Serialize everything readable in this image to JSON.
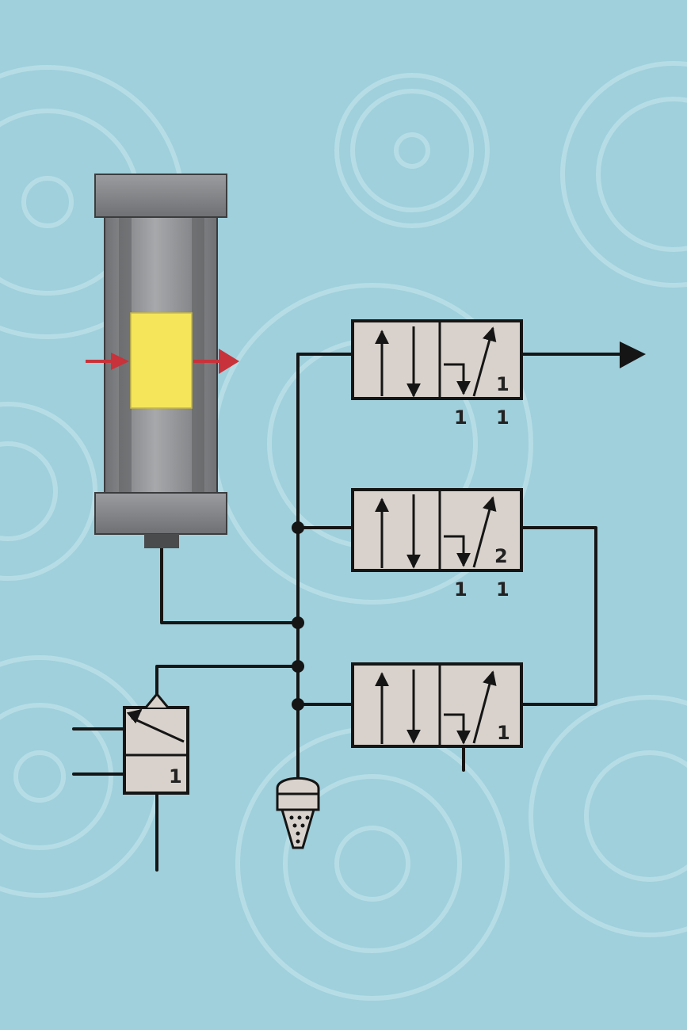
{
  "valves": [
    {
      "id": "valve-top",
      "port_labels": [
        "1",
        "1",
        "1"
      ]
    },
    {
      "id": "valve-middle",
      "port_labels": [
        "2",
        "1",
        "1"
      ]
    },
    {
      "id": "valve-bottom",
      "port_labels": [
        "1"
      ]
    }
  ],
  "small_valve": {
    "port_label": "1"
  },
  "colors": {
    "background": "#9fd0dc",
    "cylinder": "#8e9093",
    "piston": "#f5e55a",
    "flow_arrow": "#c8323a",
    "valve_fill": "#d9d2cc",
    "line": "#151515"
  },
  "icons": [
    "pneumatic-cylinder-icon",
    "directional-valve-icon",
    "exhaust-silencer-icon",
    "gear-icon"
  ]
}
